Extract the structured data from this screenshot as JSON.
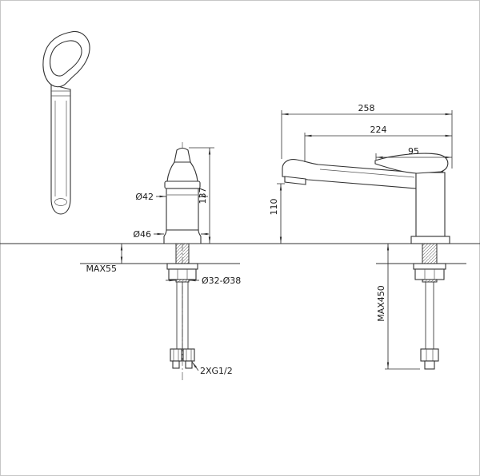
{
  "colors": {
    "line": "#333333",
    "background": "#ffffff"
  },
  "views": {
    "front_view": {
      "dims": {
        "body_diameter": "Ø42",
        "height_above_deck": "137",
        "base_diameter": "Ø46",
        "max_deck_thickness": "MAX55",
        "hole_diameter": "Ø32-Ø38",
        "hose_thread": "2XG1/2"
      }
    },
    "side_view": {
      "dims": {
        "total_reach": "258",
        "spout_reach": "224",
        "handle_length": "95",
        "spout_height": "110",
        "max_hose_length": "MAX450"
      }
    }
  }
}
